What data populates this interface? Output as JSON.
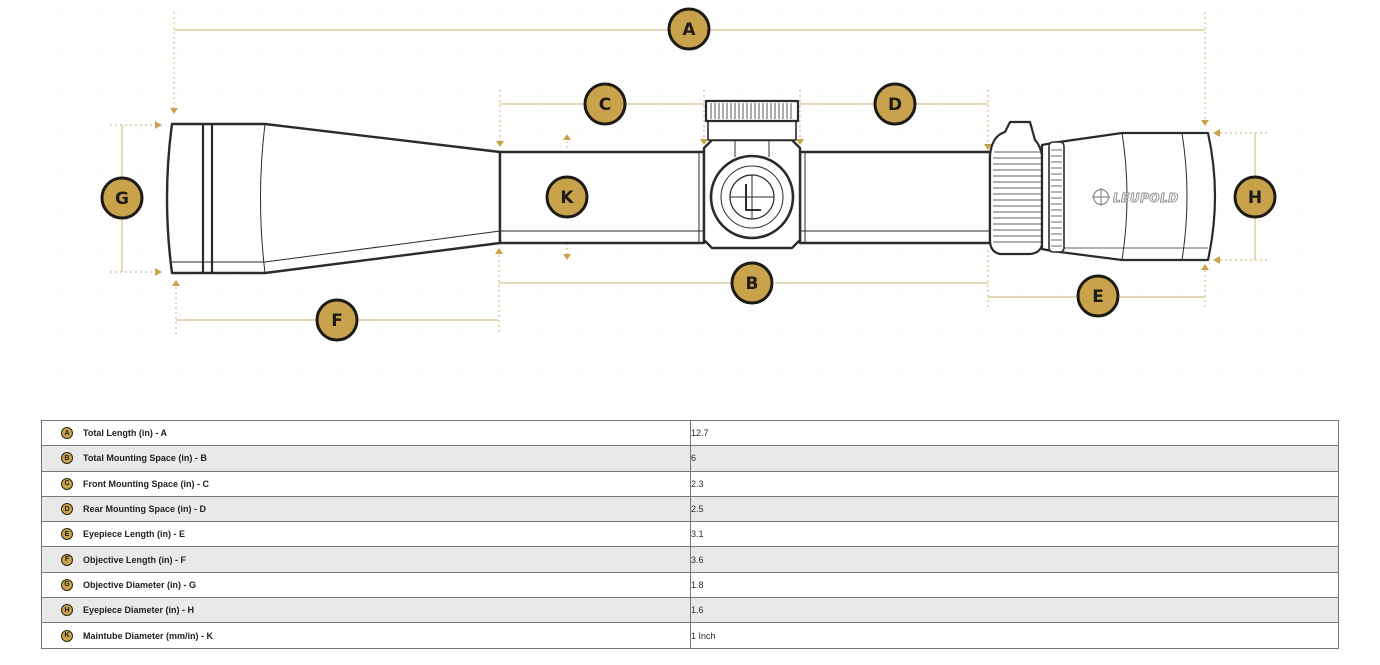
{
  "diagram": {
    "title": "Riflescope dimension diagram",
    "accent_color": "#c9a34c",
    "outline_color": "#2b2b2b",
    "brand_logo_text": "LEUPOLD",
    "callouts": [
      "A",
      "B",
      "C",
      "D",
      "E",
      "F",
      "G",
      "H",
      "K"
    ]
  },
  "specs": {
    "rows": [
      {
        "badge": "A",
        "label": "Total Length (in) - A",
        "value": "12.7"
      },
      {
        "badge": "B",
        "label": "Total Mounting Space (in) - B",
        "value": "6"
      },
      {
        "badge": "C",
        "label": "Front Mounting Space (in) - C",
        "value": "2.3"
      },
      {
        "badge": "D",
        "label": "Rear Mounting Space (in) - D",
        "value": "2.5"
      },
      {
        "badge": "E",
        "label": "Eyepiece Length (in) - E",
        "value": "3.1"
      },
      {
        "badge": "F",
        "label": "Objective Length (in) - F",
        "value": "3.6"
      },
      {
        "badge": "G",
        "label": "Objective Diameter (in) - G",
        "value": "1.8"
      },
      {
        "badge": "H",
        "label": "Eyepiece Diameter (in) - H",
        "value": "1.6"
      },
      {
        "badge": "K",
        "label": "Maintube Diameter (mm/in) - K",
        "value": "1 Inch"
      }
    ]
  }
}
